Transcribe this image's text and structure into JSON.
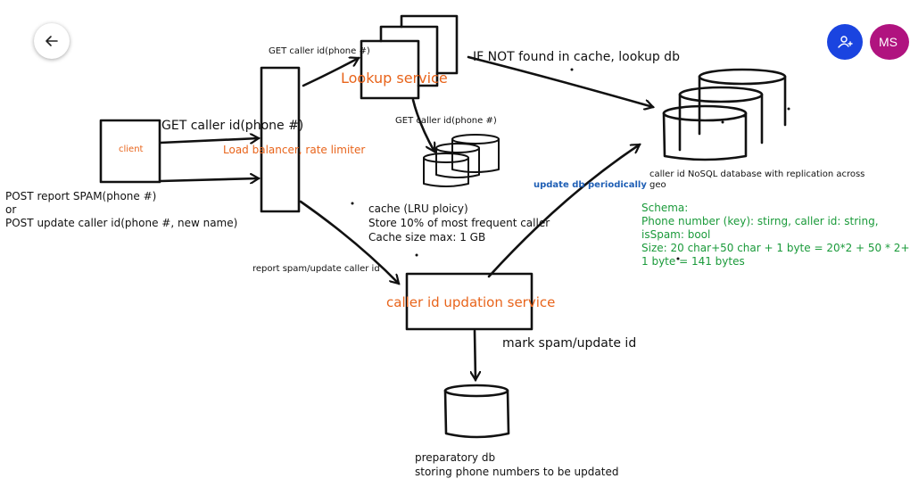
{
  "toolbar": {
    "back_icon": "arrow-left-icon",
    "share_icon": "person-add-icon",
    "avatar_initials": "MS"
  },
  "diagram": {
    "client_label": "client",
    "client_get": "GET caller id(phone #)",
    "client_post_1": "POST report SPAM(phone #)",
    "client_post_or": "or",
    "client_post_2": "POST update caller id(phone #, new name)",
    "load_balancer_label": "Load balancer, rate limiter",
    "get_to_lookup": "GET caller id(phone #)",
    "lookup_service_label": "Lookup service",
    "if_not_found": "IF NOT found in cache, lookup db",
    "get_to_cache": "GET caller id(phone #)",
    "cache_line_1": "cache (LRU ploicy)",
    "cache_line_2": "Store 10% of most frequent caller",
    "cache_line_3": "Cache size max: 1 GB",
    "update_db_periodically": "update db periodically",
    "db_caption_1": "caller id NoSQL database with replication across",
    "db_caption_2": "geo",
    "schema_title": "Schema:",
    "schema_line_1": "Phone number (key): stirng, caller id: string,",
    "schema_line_2": "isSpam: bool",
    "schema_line_3": "Size: 20 char+50 char + 1 byte = 20*2 + 50 * 2+",
    "schema_line_4": "1 byte = 141 bytes",
    "report_spam_label": "report spam/update caller id",
    "updation_service_label": "caller id updation service",
    "mark_spam": "mark spam/update id",
    "prep_db_1": "preparatory  db",
    "prep_db_2": "storing phone numbers to be updated"
  }
}
